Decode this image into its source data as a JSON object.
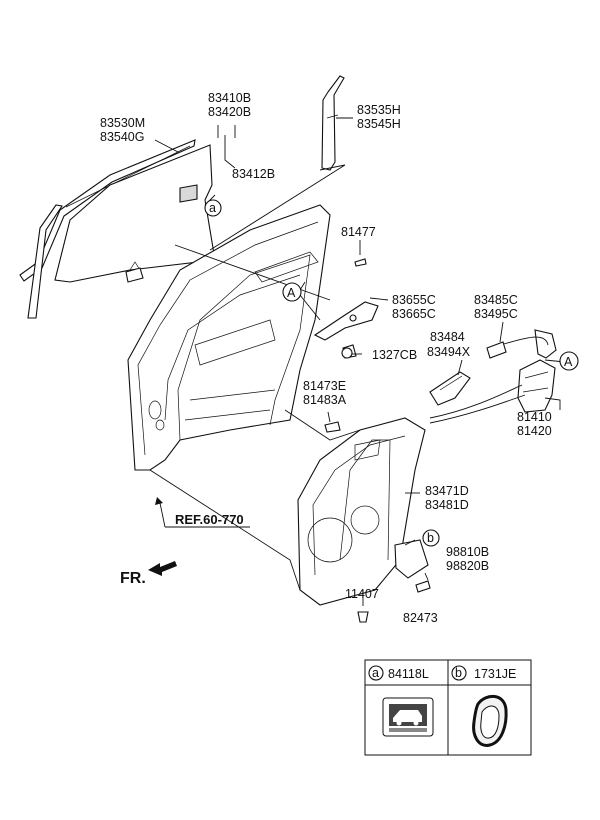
{
  "labels": {
    "p83530M": "83530M",
    "p83540G": "83540G",
    "p83410B": "83410B",
    "p83420B": "83420B",
    "p83412B": "83412B",
    "p83535H": "83535H",
    "p83545H": "83545H",
    "p81477": "81477",
    "p83655C": "83655C",
    "p83665C": "83665C",
    "p1327CB": "1327CB",
    "p83485C": "83485C",
    "p83495C": "83495C",
    "p83484": "83484",
    "p83494X": "83494X",
    "p81473E": "81473E",
    "p81483A": "81483A",
    "p81410": "81410",
    "p81420": "81420",
    "p83471D": "83471D",
    "p83481D": "83481D",
    "p98810B": "98810B",
    "p98820B": "98820B",
    "p11407": "11407",
    "p82473": "82473",
    "ref": "REF.60-770",
    "fr": "FR."
  },
  "callouts": {
    "a": "a",
    "b": "b",
    "A": "A"
  },
  "legend": {
    "a_letter": "a",
    "a_part": "84118L",
    "b_letter": "b",
    "b_part": "1731JE"
  }
}
